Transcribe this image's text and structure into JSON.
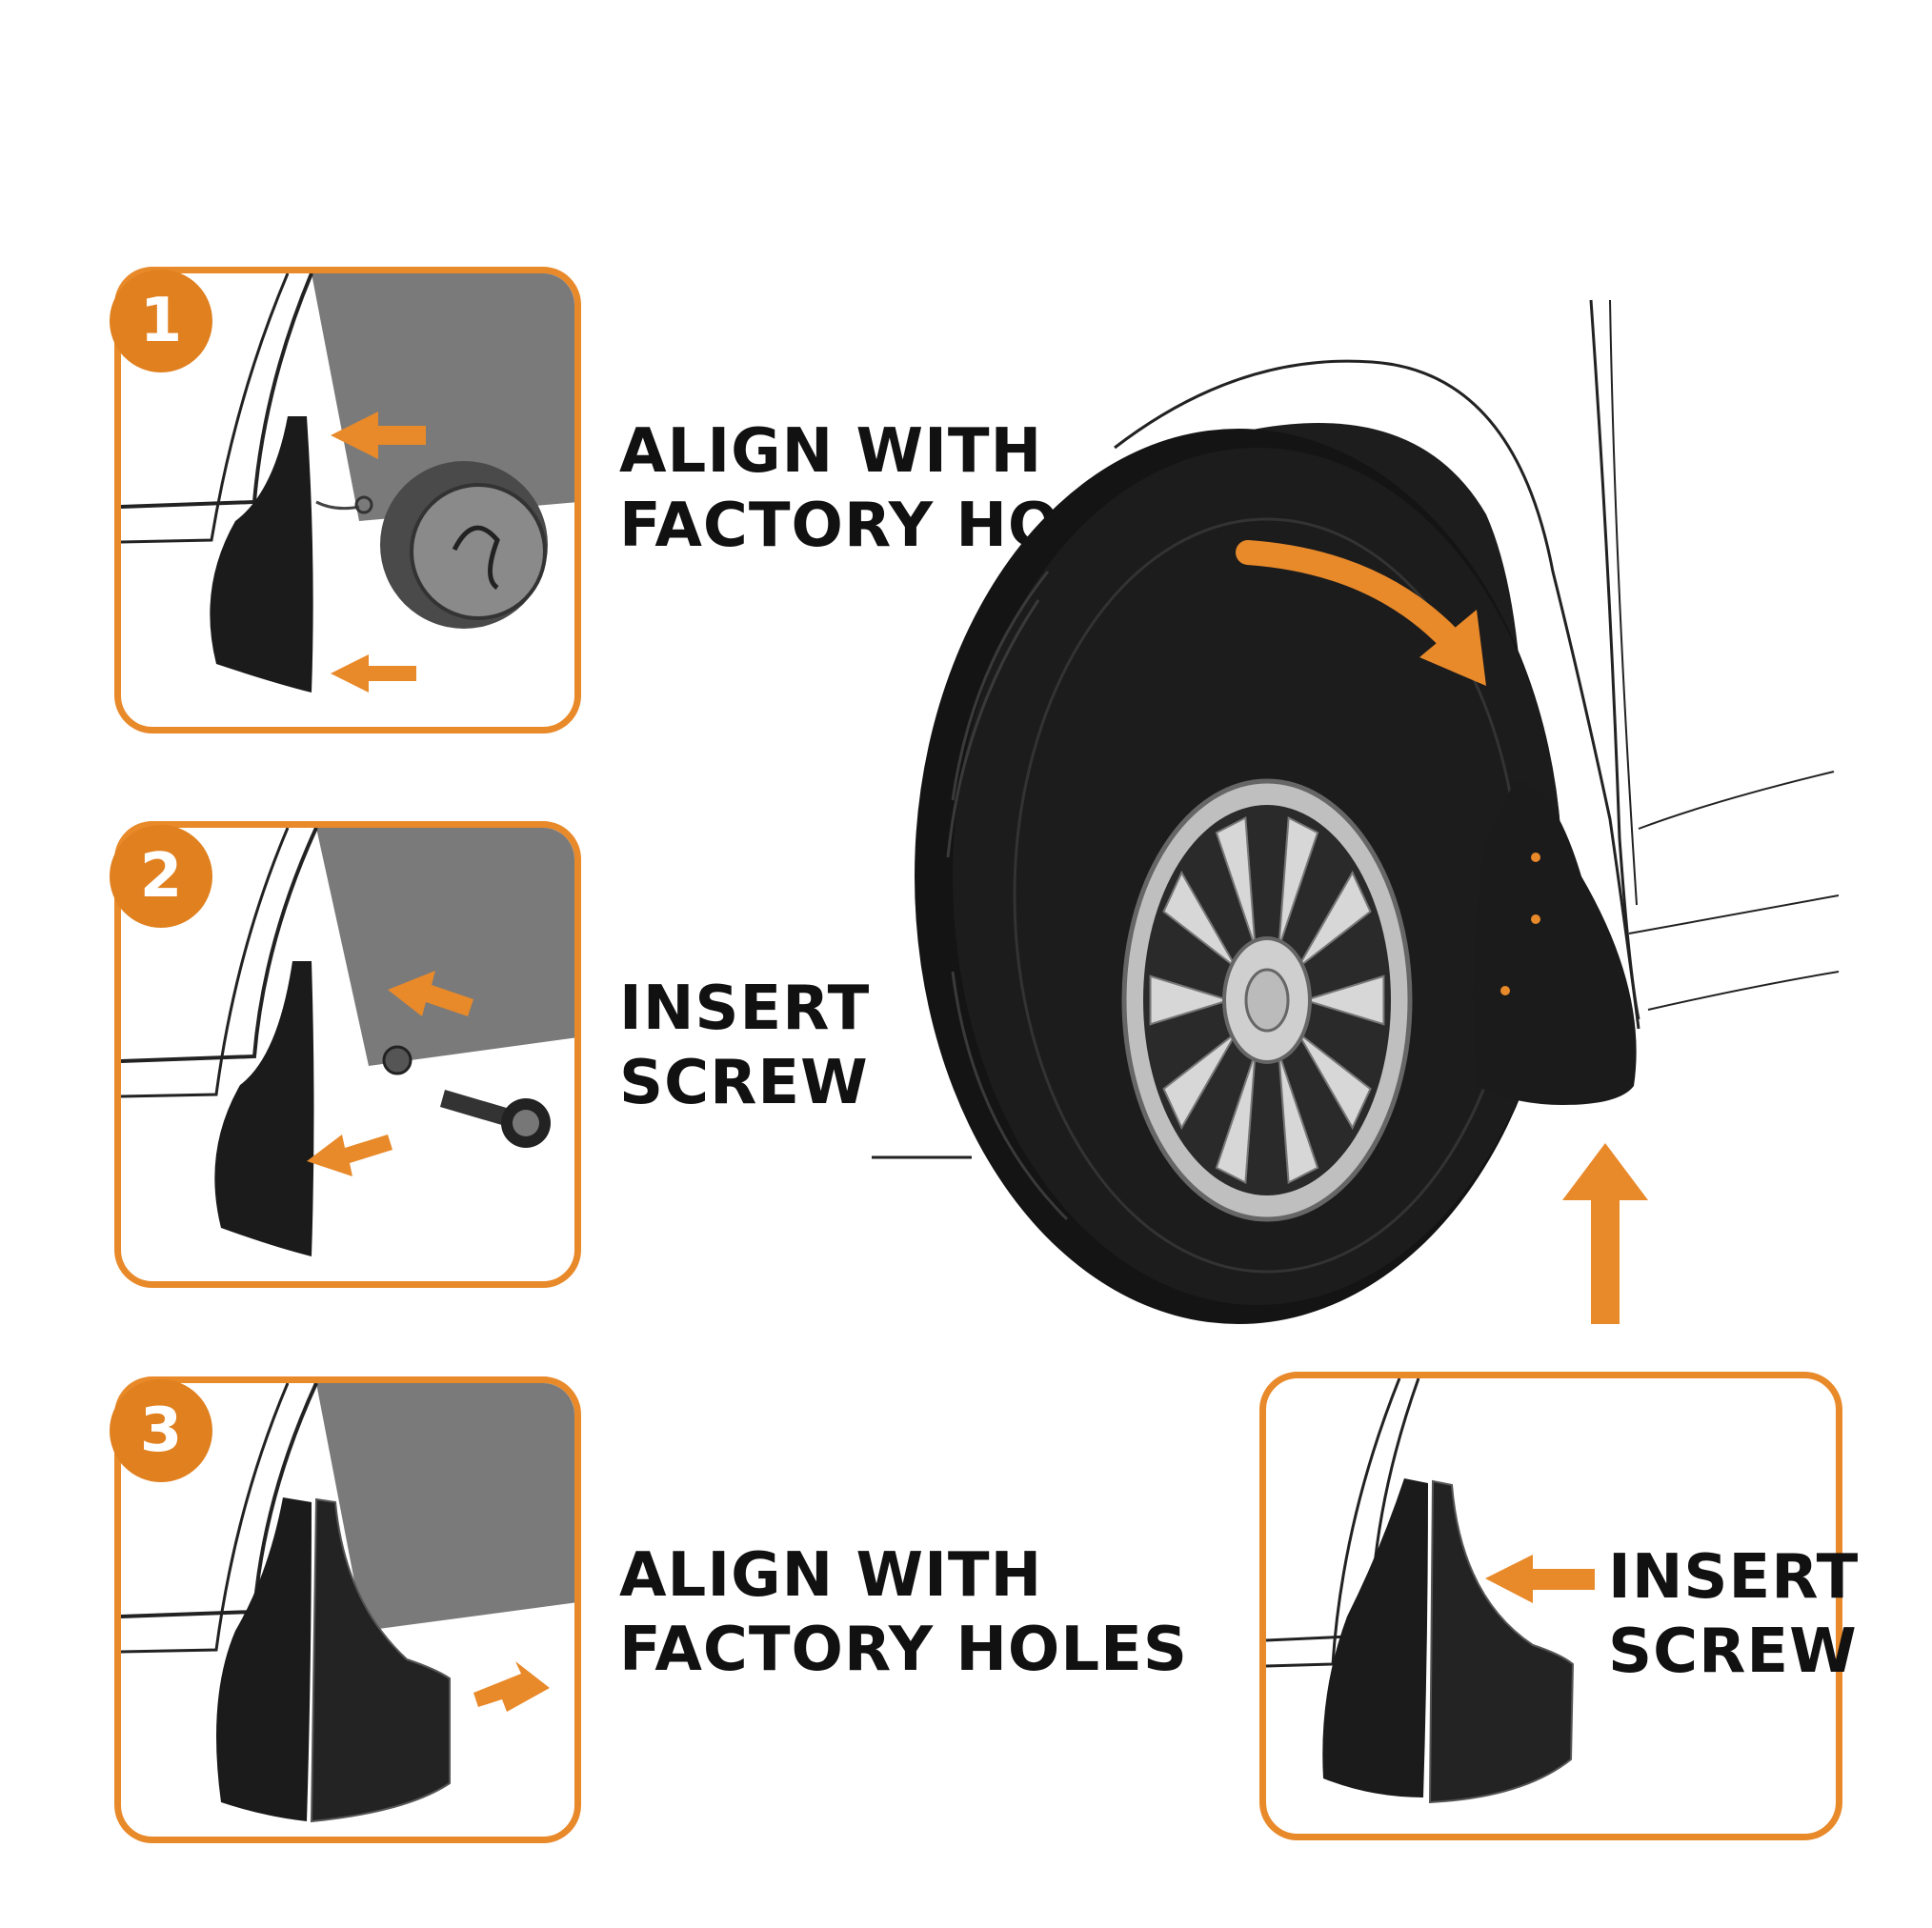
{
  "steps": [
    {
      "number": "1",
      "line1": "ALIGN WITH",
      "line2": "FACTORY HOLES"
    },
    {
      "number": "2",
      "line1": "INSERT",
      "line2": "SCREW"
    },
    {
      "number": "3",
      "line1": "ALIGN WITH",
      "line2": "FACTORY HOLES"
    }
  ],
  "detail": {
    "line1": "INSERT",
    "line2": "SCREW"
  },
  "colors": {
    "accent": "#e8892a",
    "flap": "#1b1b1b",
    "wheelwell": "#7a7a7a"
  },
  "icons": [
    "arrow-left-icon",
    "arrow-curve-icon",
    "arrow-up-icon",
    "screw-icon",
    "badge-emblem-icon"
  ]
}
